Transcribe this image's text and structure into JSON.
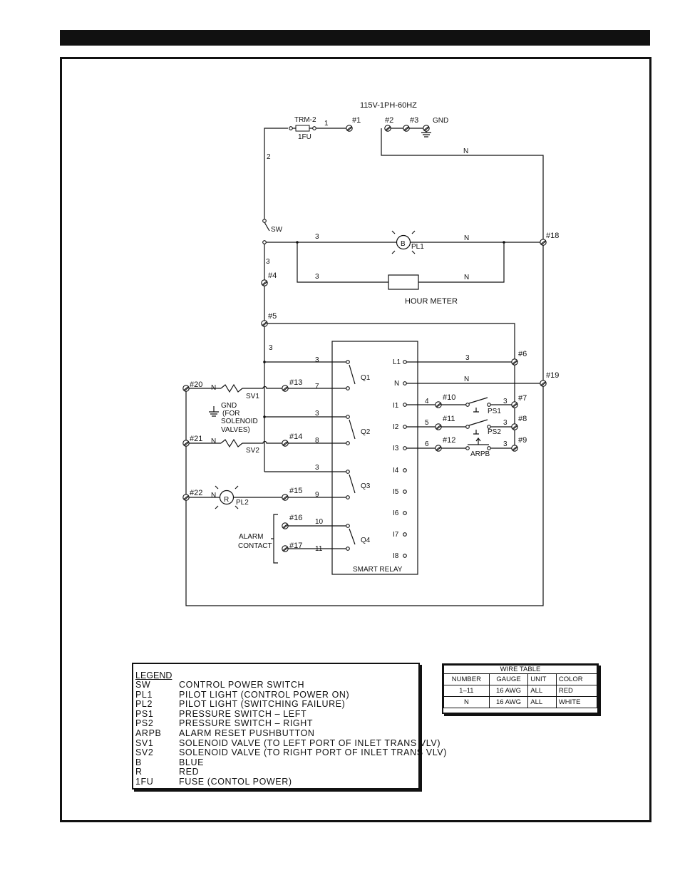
{
  "power_source": "115V-1PH-60HZ",
  "labels": {
    "trm2": "TRM-2",
    "fu": "1FU",
    "gnd": "GND",
    "sw": "SW",
    "pl1": "PL1",
    "pl2": "PL2",
    "lamp_b": "B",
    "lamp_r": "R",
    "hour_meter": "HOUR METER",
    "smart_relay": "SMART RELAY",
    "sv1": "SV1",
    "sv2": "SV2",
    "ps1": "PS1",
    "ps2": "PS2",
    "arpb": "ARPB",
    "alarm1": "ALARM",
    "alarm2": "CONTACT",
    "gnd_sol1": "GND",
    "gnd_sol2": "(FOR",
    "gnd_sol3": "SOLENOID",
    "gnd_sol4": "VALVES)"
  },
  "terminals": {
    "t1": "#1",
    "t2": "#2",
    "t3": "#3",
    "t4": "#4",
    "t5": "#5",
    "t6": "#6",
    "t7": "#7",
    "t8": "#8",
    "t9": "#9",
    "t10": "#10",
    "t11": "#11",
    "t12": "#12",
    "t13": "#13",
    "t14": "#14",
    "t15": "#15",
    "t16": "#16",
    "t17": "#17",
    "t18": "#18",
    "t19": "#19",
    "t20": "#20",
    "t21": "#21",
    "t22": "#22"
  },
  "relay": {
    "inputs": [
      "L1",
      "N",
      "I1",
      "I2",
      "I3",
      "I4",
      "I5",
      "I6",
      "I7",
      "I8"
    ],
    "outputs": [
      "Q1",
      "Q2",
      "Q3",
      "Q4"
    ]
  },
  "wires": {
    "w1": "1",
    "w2": "2",
    "w3": "3",
    "w4": "4",
    "w5": "5",
    "w6": "6",
    "w7": "7",
    "w8": "8",
    "w9": "9",
    "w10": "10",
    "w11": "11",
    "n": "N"
  },
  "legend": {
    "title": "LEGEND",
    "items": [
      {
        "code": "SW",
        "desc": "CONTROL POWER SWITCH"
      },
      {
        "code": "PL1",
        "desc": "PILOT LIGHT (CONTROL POWER ON)"
      },
      {
        "code": "PL2",
        "desc": "PILOT LIGHT (SWITCHING FAILURE)"
      },
      {
        "code": "PS1",
        "desc": "PRESSURE SWITCH – LEFT"
      },
      {
        "code": "PS2",
        "desc": "PRESSURE SWITCH – RIGHT"
      },
      {
        "code": "ARPB",
        "desc": "ALARM RESET PUSHBUTTON"
      },
      {
        "code": "SV1",
        "desc": "SOLENOID VALVE (TO LEFT PORT OF INLET TRANS VLV)"
      },
      {
        "code": "SV2",
        "desc": "SOLENOID VALVE (TO RIGHT PORT OF INLET TRANS VLV)"
      },
      {
        "code": "B",
        "desc": "BLUE"
      },
      {
        "code": "R",
        "desc": "RED"
      },
      {
        "code": "1FU",
        "desc": "FUSE (CONTOL POWER)"
      }
    ]
  },
  "wire_table": {
    "title": "WIRE TABLE",
    "headers": [
      "NUMBER",
      "GAUGE",
      "UNIT",
      "COLOR"
    ],
    "rows": [
      [
        "1–11",
        "16 AWG",
        "ALL",
        "RED"
      ],
      [
        "N",
        "16 AWG",
        "ALL",
        "WHITE"
      ]
    ]
  }
}
